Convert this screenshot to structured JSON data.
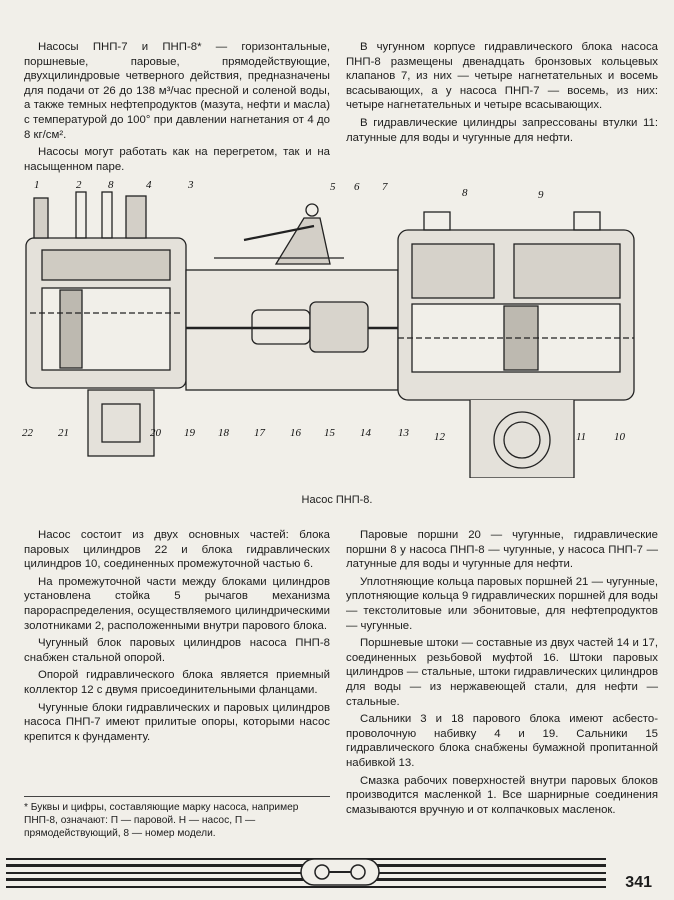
{
  "top_left": [
    "Насосы ПНП-7 и ПНП-8* — горизонтальные, поршневые, паровые, прямодействующие, двухцилиндровые четверного действия, предназначены для подачи от 26 до 138 м³/час пресной и соленой воды, а также темных нефтепродуктов (мазута, нефти и масла) с температурой до 100° при давлении нагнетания от 4 до 8 кг/см².",
    "Насосы могут работать как на перегретом, так и на насыщенном паре."
  ],
  "top_right": [
    "В чугунном корпусе гидравлического блока насоса ПНП-8 размещены двенадцать бронзовых кольцевых клапанов 7, из них — четыре нагнетательных и восемь всасывающих, а у насоса ПНП-7 — восемь, из них: четыре нагнетательных и четыре всасывающих.",
    "В гидравлические цилиндры запрессованы втулки 11: латунные для воды и чугунные для нефти."
  ],
  "diagram_labels": {
    "top": [
      "1",
      "2",
      "8",
      "4",
      "3",
      "5",
      "6",
      "7",
      "8",
      "9"
    ],
    "bottom": [
      "22",
      "21",
      "20",
      "19",
      "18",
      "17",
      "16",
      "15",
      "14",
      "13",
      "12",
      "11",
      "10"
    ]
  },
  "caption": "Насос ПНП-8.",
  "bottom_left": [
    "Насос состоит из двух основных частей: блока паровых цилиндров 22 и блока гидравлических цилиндров 10, соединенных промежуточной частью 6.",
    "На промежуточной части между блоками цилиндров установлена стойка 5 рычагов механизма парораспределения, осуществляемого цилиндрическими золотниками 2, расположенными внутри парового блока.",
    "Чугунный блок паровых цилиндров насоса ПНП-8 снабжен стальной опорой.",
    "Опорой гидравлического блока является приемный коллектор 12 с двумя присоединительными фланцами.",
    "Чугунные блоки гидравлических и паровых цилиндров насоса ПНП-7 имеют прилитые опоры, которыми насос крепится к фундаменту."
  ],
  "footnote": "* Буквы и цифры, составляющие марку насоса, например ПНП-8, означают: П — паровой. Н — насос, П — прямодействующий, 8 — номер модели.",
  "bottom_right": [
    "Паровые поршни 20 — чугунные, гидравлические поршни 8 у насоса ПНП-8 — чугунные, у насоса ПНП-7 — латунные для воды и чугунные для нефти.",
    "Уплотняющие кольца паровых поршней 21 — чугунные, уплотняющие кольца 9 гидравлических поршней для воды — текстолитовые или эбонитовые, для нефтепродуктов — чугунные.",
    "Поршневые штоки — составные из двух частей 14 и 17, соединенных резьбовой муфтой 16. Штоки паровых цилиндров — стальные, штоки гидравлических цилиндров для воды — из нержавеющей стали, для нефти — стальные.",
    "Сальники 3 и 18 парового блока имеют асбесто-проволочную набивку 4 и 19. Сальники 15 гидравлического блока снабжены бумажной пропитанной набивкой 13.",
    "Смазка рабочих поверхностей внутри паровых блоков производится масленкой 1. Все шарнирные соединения смазываются вручную и от колпачковых масленок."
  ],
  "page_number": "341"
}
